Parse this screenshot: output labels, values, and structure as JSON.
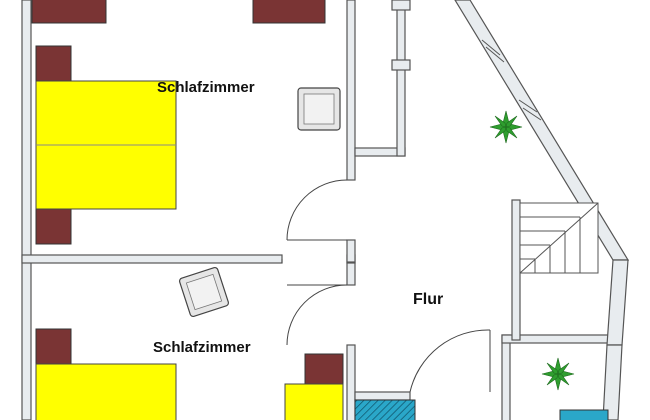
{
  "rooms": {
    "bedroom_top": {
      "label": "Schlafzimmer"
    },
    "bedroom_bottom": {
      "label": "Schlafzimmer"
    },
    "hallway": {
      "label": "Flur"
    }
  },
  "colors": {
    "wall_fill": "#e8ecef",
    "wall_stroke": "#555555",
    "bed_yellow": "#ffff00",
    "nightstand_brown": "#7a3434",
    "plant_green": "#2e9e2e",
    "tile_blue": "#2aa7c9",
    "chair_fill": "#e6e6e6"
  },
  "icons": [
    "bed-icon",
    "nightstand-icon",
    "armchair-icon",
    "plant-icon",
    "staircase-icon",
    "door-swing-icon"
  ]
}
